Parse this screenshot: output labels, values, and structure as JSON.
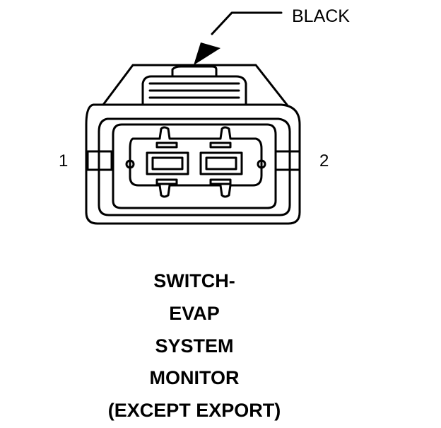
{
  "connector": {
    "color_callout": "BLACK",
    "pins": [
      "1",
      "2"
    ]
  },
  "caption": {
    "lines": [
      "SWITCH-",
      "EVAP",
      "SYSTEM",
      "MONITOR",
      "(EXCEPT EXPORT)"
    ]
  }
}
